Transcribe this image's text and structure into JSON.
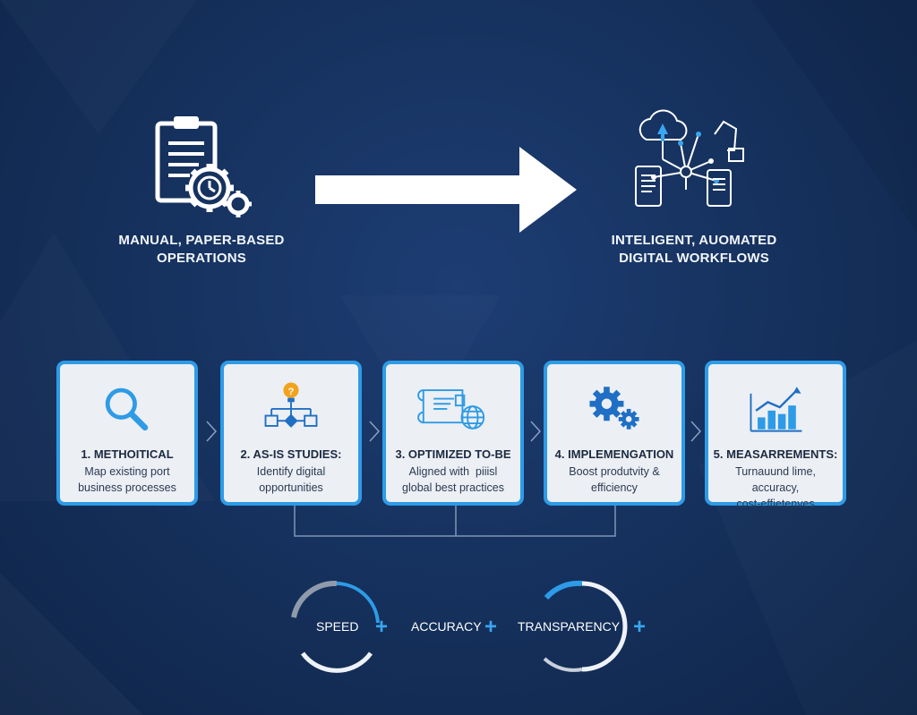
{
  "top": {
    "left_label_line1": "MANUAL, PAPER-BASED",
    "left_label_line2": "OPERATIONS",
    "right_label_line1": "INTELIGENT, AUOMATED",
    "right_label_line2": "DIGITAL WORKFLOWS",
    "left_icon": "clipboard-gears-icon",
    "right_icon": "cloud-network-robot-icon"
  },
  "steps": [
    {
      "title": "1. METHOITICAL",
      "desc_line1": "Map existing port",
      "desc_line2": "business processes",
      "icon": "magnifier-icon"
    },
    {
      "title": "2. AS-IS STUDIES:",
      "desc_line1": "Identify digital",
      "desc_line2": "opportunities",
      "icon": "lightbulb-flowchart-icon"
    },
    {
      "title": "3. OPTIMIZED TO-BE",
      "desc_line1": "Aligned with  piiisl",
      "desc_line2": "global best practices",
      "icon": "blueprint-globe-icon"
    },
    {
      "title": "4. IMPLEMENGATION",
      "desc_line1": "Boost produtvity &",
      "desc_line2": "efficiency",
      "icon": "gears-icon"
    },
    {
      "title": "5. MEASARREMENTS:",
      "desc_line1": "Turnauund lime, accuracy,",
      "desc_line2": "cost-effietenves",
      "icon": "bar-chart-trend-icon"
    }
  ],
  "metrics": {
    "speed": "SPEED",
    "accuracy": "ACCURACY",
    "transparency": "TRANSPARENCY",
    "plus": "+"
  },
  "colors": {
    "background": "#16325f",
    "accent": "#2e9be6",
    "card": "#eceff4"
  }
}
